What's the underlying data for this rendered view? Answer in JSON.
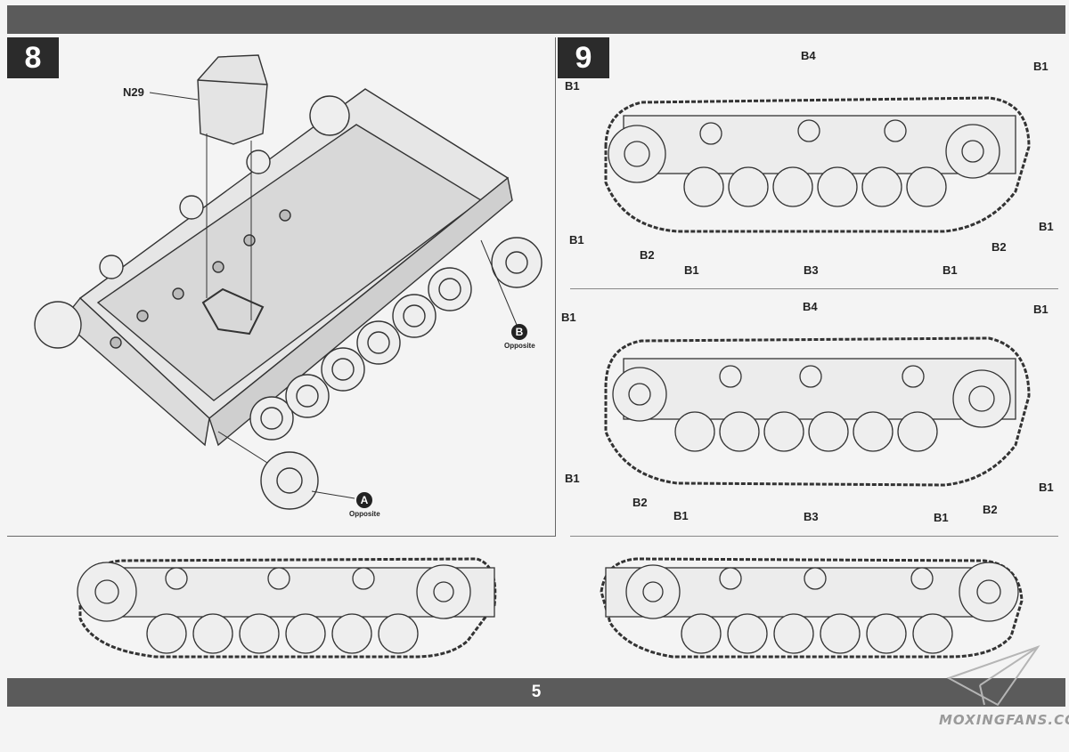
{
  "page": {
    "number": "5"
  },
  "steps": [
    {
      "number": "8"
    },
    {
      "number": "9"
    }
  ],
  "step8": {
    "part_label": "N29",
    "markers": [
      {
        "letter": "A",
        "caption": "Opposite"
      },
      {
        "letter": "B",
        "caption": "Opposite"
      }
    ]
  },
  "step9": {
    "upper": {
      "top": "B4",
      "left_top": "B1",
      "right_top": "B1",
      "left_bottom": "B1",
      "right_bottom": "B1",
      "b2_left": "B2",
      "b2_right": "B2",
      "b1_mid_left": "B1",
      "b1_mid_right": "B1",
      "bottom": "B3"
    },
    "lower": {
      "top": "B4",
      "left_top": "B1",
      "right_top": "B1",
      "left_bottom": "B1",
      "right_bottom": "B1",
      "b2_left": "B2",
      "b2_right": "B2",
      "b1_mid_left": "B1",
      "b1_mid_right": "B1",
      "bottom": "B3"
    }
  },
  "watermark": {
    "text": "MOXINGFANS.COM"
  }
}
